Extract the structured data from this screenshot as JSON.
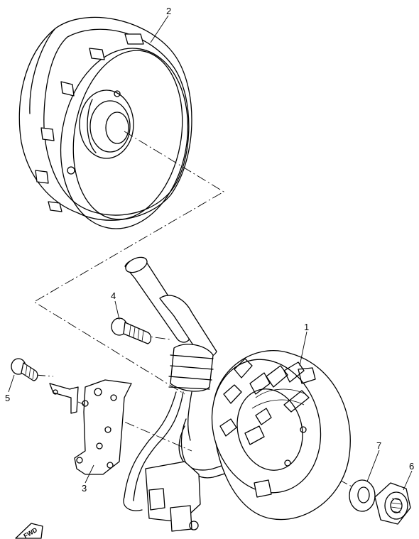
{
  "callouts": [
    {
      "id": "2",
      "label": "2"
    },
    {
      "id": "4",
      "label": "4"
    },
    {
      "id": "1",
      "label": "1"
    },
    {
      "id": "5",
      "label": "5"
    },
    {
      "id": "3",
      "label": "3"
    },
    {
      "id": "7",
      "label": "7"
    },
    {
      "id": "6",
      "label": "6"
    }
  ],
  "fwd_mark": "FWD"
}
